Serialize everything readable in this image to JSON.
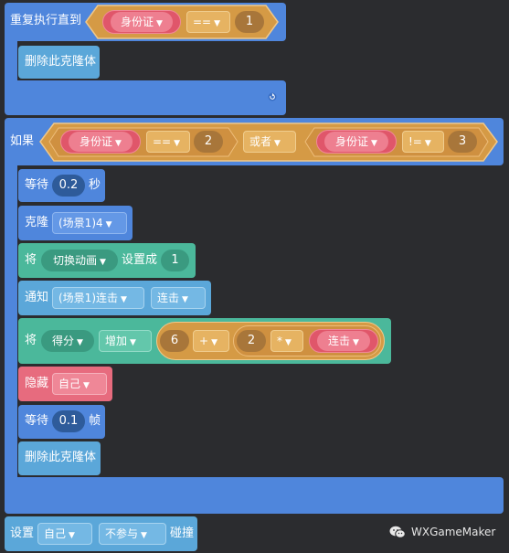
{
  "blocks": {
    "repeat_until": {
      "label": "重复执行直到",
      "var": "身份证",
      "op": "==",
      "value": "1",
      "inner_action": "删除此克隆体"
    },
    "if_block": {
      "label": "如果",
      "cond1_var": "身份证",
      "cond1_op": "==",
      "cond1_value": "2",
      "logic_op": "或者",
      "cond2_var": "身份证",
      "cond2_op": "!=",
      "cond2_value": "3"
    },
    "wait1": {
      "label": "等待",
      "value": "0.2",
      "unit": "秒"
    },
    "clone": {
      "label": "克隆",
      "target": "(场景1)4"
    },
    "set_anim": {
      "label": "将",
      "target": "切换动画",
      "action": "设置成",
      "value": "1"
    },
    "notify": {
      "label": "通知",
      "target": "(场景1)连击",
      "message": "连击"
    },
    "add_score": {
      "label": "将",
      "target": "得分",
      "action": "增加",
      "a": "6",
      "op1": "+",
      "b": "2",
      "op2": "*",
      "var": "连击"
    },
    "hide": {
      "label": "隐藏",
      "target": "自己"
    },
    "wait2": {
      "label": "等待",
      "value": "0.1",
      "unit": "帧"
    },
    "delete_clone": {
      "label": "删除此克隆体"
    },
    "collide": {
      "label": "设置",
      "target": "自己",
      "option": "不参与",
      "suffix": "碰撞"
    }
  },
  "watermark": {
    "text": "WXGameMaker",
    "icon": "wechat-icon"
  },
  "colors": {
    "background": "#2b2c2f",
    "control": "#4f86dc",
    "action": "#5ba7d9",
    "data": "#4bb89b",
    "looks": "#e76b7e",
    "operator": "#e6b362"
  }
}
